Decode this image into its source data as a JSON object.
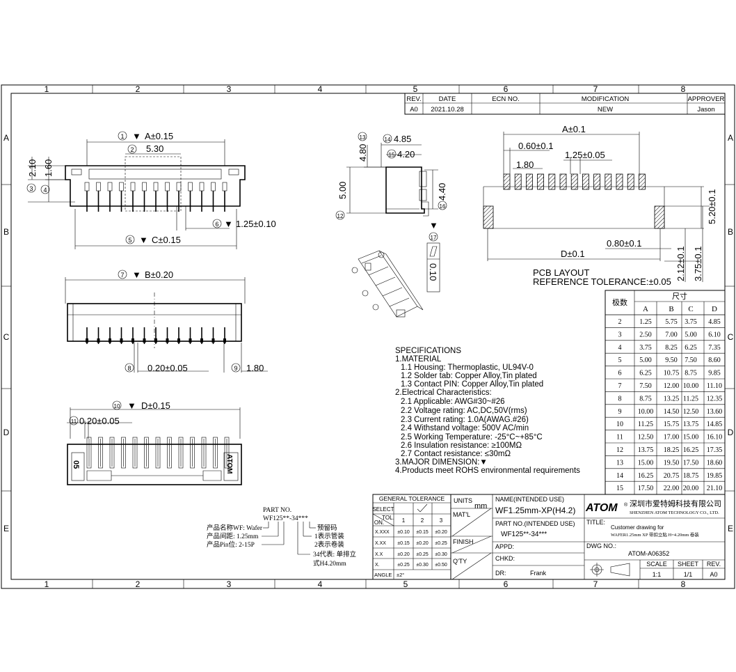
{
  "frame": {
    "columns": [
      "1",
      "2",
      "3",
      "4",
      "5",
      "6",
      "7",
      "8"
    ],
    "rows": [
      "A",
      "B",
      "C",
      "D",
      "E"
    ]
  },
  "revision_table": {
    "headers": [
      "REV.",
      "DATE",
      "ECN NO.",
      "MODIFICATION",
      "APPROVER"
    ],
    "row": [
      "A0",
      "2021.10.28",
      "",
      "NEW",
      "Jason"
    ]
  },
  "top_view": {
    "b1": "1",
    "dim_a": "A±0.15",
    "b2": "2",
    "dim_530": "5.30",
    "dim_210": "2.10",
    "dim_160": "1.60",
    "b3": "3",
    "b4": "4",
    "b6": "6",
    "dim_125": "1.25±0.10",
    "b5": "5",
    "dim_c": "C±0.15"
  },
  "front_view": {
    "b7": "7",
    "dim_b": "B±0.20",
    "b8": "8",
    "dim_020": "0.20±0.05",
    "b9": "9",
    "dim_180": "1.80"
  },
  "bottom_view": {
    "b10": "10",
    "dim_d": "D±0.15",
    "b11": "11",
    "dim_020": "0.20±0.05",
    "mark_left": "05",
    "mark_right": "ATOM"
  },
  "side_view": {
    "b13": "13",
    "dim_480": "4.80",
    "b14": "14",
    "dim_485": "4.85",
    "b15": "15",
    "dim_420": "4.20",
    "dim_500": "5.00",
    "dim_440": "4.40",
    "b12": "12",
    "b16": "16",
    "b17": "17",
    "flatness": "0.10"
  },
  "pcb_layout": {
    "dim_a": "A±0.1",
    "dim_060": "0.60±0.1",
    "dim_125": "1.25±0.05",
    "dim_180": "1.80",
    "dim_520": "5.20±0.1",
    "dim_080": "0.80±0.1",
    "dim_d": "D±0.1",
    "dim_212": "2.12±0.1",
    "dim_375": "3.75±0.1",
    "title": "PCB LAYOUT",
    "tolerance": "REFERENCE TOLERANCE:±0.05"
  },
  "dimension_table": {
    "col_label": "极数",
    "group_label": "尺寸",
    "headers": [
      "A",
      "B",
      "C",
      "D"
    ],
    "rows": [
      [
        "2",
        "1.25",
        "5.75",
        "3.75",
        "4.85"
      ],
      [
        "3",
        "2.50",
        "7.00",
        "5.00",
        "6.10"
      ],
      [
        "4",
        "3.75",
        "8.25",
        "6.25",
        "7.35"
      ],
      [
        "5",
        "5.00",
        "9.50",
        "7.50",
        "8.60"
      ],
      [
        "6",
        "6.25",
        "10.75",
        "8.75",
        "9.85"
      ],
      [
        "7",
        "7.50",
        "12.00",
        "10.00",
        "11.10"
      ],
      [
        "8",
        "8.75",
        "13.25",
        "11.25",
        "12.35"
      ],
      [
        "9",
        "10.00",
        "14.50",
        "12.50",
        "13.60"
      ],
      [
        "10",
        "11.25",
        "15.75",
        "13.75",
        "14.85"
      ],
      [
        "11",
        "12.50",
        "17.00",
        "15.00",
        "16.10"
      ],
      [
        "12",
        "13.75",
        "18.25",
        "16.25",
        "17.35"
      ],
      [
        "13",
        "15.00",
        "19.50",
        "17.50",
        "18.60"
      ],
      [
        "14",
        "16.25",
        "20.75",
        "18.75",
        "19.85"
      ],
      [
        "15",
        "17.50",
        "22.00",
        "20.00",
        "21.10"
      ]
    ]
  },
  "specifications": [
    "SPECIFICATIONS",
    "1.MATERIAL",
    "1.1  Housing: Thermoplastic, UL94V-0",
    "1.2  Solder tab: Copper Alloy,Tin plated",
    "1.3  Contact PIN: Copper Alloy,Tin plated",
    "2.Electrical  Characteristics:",
    "2.1  Applicable: AWG#30~#26",
    "2.2  Voltage  rating: AC,DC,50V(rms)",
    "2.3  Current  rating: 1.0A(AWAG.#26)",
    "2.4  Withstand  voltage: 500V  AC/min",
    "2.5  Working  Temperature: -25°C~+85°C",
    "2.6  Insulation  resistance: ≥100MΩ",
    "2.7  Contact  resistance: ≤30mΩ",
    "3.MAJOR  DIMENSION:▼",
    "4.Products  meet  ROHS  environmental  requirements"
  ],
  "part_no": {
    "label": "PART NO.",
    "code": "WF125**-34***",
    "left_lines": [
      "产品名称WF: Wafer",
      "产品间距: 1.25mm",
      "产品Pin位: 2-15P"
    ],
    "right_lines": [
      "预留码",
      "1表示管装",
      "2表示卷装",
      "34代表: 单排立",
      "式H4.20mm"
    ]
  },
  "tolerance_table": {
    "title": "GENERAL TOLERANCE",
    "select": "SELECT",
    "tol": "TOL.",
    "on": "ON.",
    "cols": [
      "1",
      "2",
      "3"
    ],
    "rows": [
      [
        "X.XXX",
        "±0.10",
        "±0.15",
        "±0.20"
      ],
      [
        "X.XX",
        "±0.15",
        "±0.20",
        "±0.25"
      ],
      [
        "X.X",
        "±0.20",
        "±0.25",
        "±0.30"
      ],
      [
        "X.",
        "±0.25",
        "±0.30",
        "±0.50"
      ]
    ],
    "angle": "ANGLE",
    "angle_value": "±2°"
  },
  "title_block": {
    "units_label": "UNITS",
    "units_value": "mm",
    "matl": "MAT'L",
    "finish": "FINISH",
    "qty": "Q'TY",
    "name_label": "NAME(INTENDED USE)",
    "name_value": "WF1.25mm-XP(H4.2)",
    "partno_label": "PART NO.(INTENDED USE)",
    "partno_value": "WF125**-34***",
    "appd": "APPD:",
    "chkd": "CHKD:",
    "dr_label": "DR:",
    "dr_value": "Frank",
    "logo": "ATOM",
    "company_cn": "深圳市爱特姆科技有限公司",
    "company_en": "SHENZHEN ATOM TECHNOLOGY CO., LTD.",
    "title_label": "TITLE:",
    "title_line1": "Customer drawing for",
    "title_line2": "WAFER1.25mm XP 带扣立贴 H=4.20mm 卷装",
    "dwg_label": "DWG NO.:",
    "dwg_value": "ATOM-A06352",
    "scale_label": "SCALE",
    "scale_value": "1:1",
    "sheet_label": "SHEET",
    "sheet_value": "1/1",
    "rev_label": "REV.",
    "rev_value": "A0"
  }
}
